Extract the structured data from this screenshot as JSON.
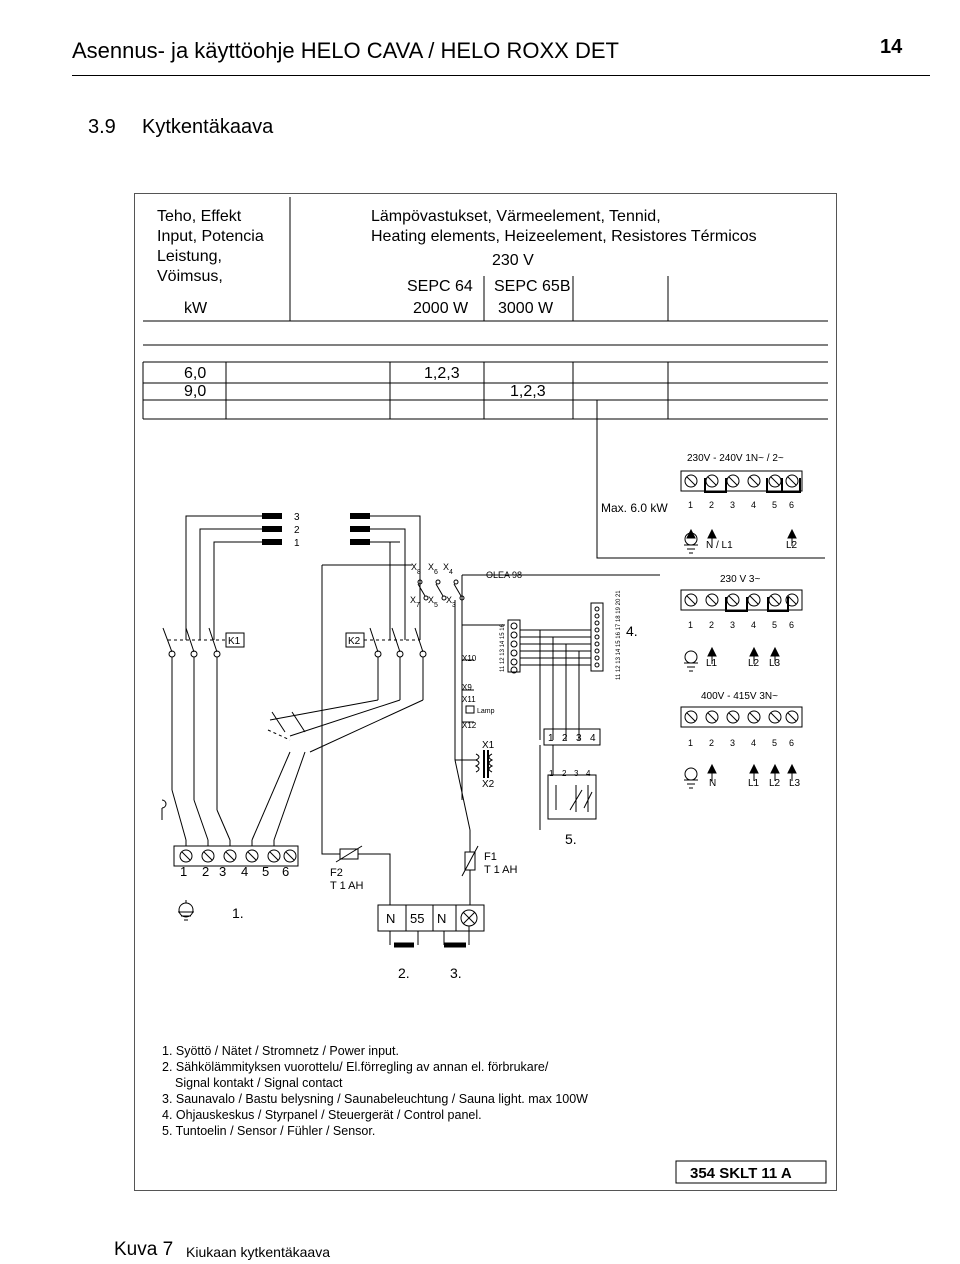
{
  "header": {
    "title": "Asennus- ja käyttöohje HELO CAVA / HELO ROXX DET",
    "page_number": "14"
  },
  "section": {
    "number": "3.9",
    "title": "Kytkentäkaava"
  },
  "table": {
    "power_header": [
      "Teho, Effekt",
      "Input, Potencia",
      "Leistung,",
      "Vöimsus,"
    ],
    "unit": "kW",
    "elements_header": [
      "Lämpövastukset, Värmeelement, Tennid,",
      "Heating elements, Heizeelement, Resistores Térmicos"
    ],
    "voltage": "230 V",
    "models": [
      "SEPC 64",
      "SEPC 65B"
    ],
    "watts": [
      "2000 W",
      "3000 W"
    ],
    "rows": [
      {
        "power": "6,0",
        "sepc64": "1,2,3",
        "sepc65b": ""
      },
      {
        "power": "9,0",
        "sepc64": "",
        "sepc65b": "1,2,3"
      }
    ]
  },
  "diagram": {
    "top_supply": {
      "voltage": "230V - 240V  1N~ / 2~",
      "max": "Max. 6.0 kW",
      "terminals": [
        "1",
        "2",
        "3",
        "4",
        "5",
        "6"
      ],
      "labels": [
        "N / L1",
        "L2"
      ]
    },
    "mid_supply": {
      "voltage": "230 V  3~",
      "terminals": [
        "1",
        "2",
        "3",
        "4",
        "5",
        "6"
      ],
      "labels": [
        "L1",
        "L2",
        "L3"
      ]
    },
    "low_supply": {
      "voltage": "400V - 415V  3N~",
      "terminals": [
        "1",
        "2",
        "3",
        "4",
        "5",
        "6"
      ],
      "labels": [
        "N",
        "L1",
        "L2",
        "L3"
      ]
    },
    "element_levels": [
      "3",
      "2",
      "1"
    ],
    "contactors": [
      "K1",
      "K2"
    ],
    "relay_top": [
      "X",
      "8",
      "X",
      "6",
      "X",
      "4"
    ],
    "relay_bottom": [
      "X",
      "7",
      "X",
      "5",
      "X",
      "3"
    ],
    "board": "OLEA 98",
    "board_labels": [
      "X10",
      "X9",
      "X11",
      "Lamp",
      "X12",
      "X1",
      "X2"
    ],
    "connector_left_pins": "11 12 13 14 15 16",
    "connector_right_pins": "11 12 13 14 15 16 17 18 19 20 21",
    "sensor_terminals": [
      "1",
      "2",
      "3",
      "4"
    ],
    "sensor_terminals_lower": [
      "1",
      "2",
      "3",
      "4"
    ],
    "main_terminals": [
      "1",
      "2",
      "3",
      "4",
      "5",
      "6"
    ],
    "fuse_f2": [
      "F2",
      "T 1 AH"
    ],
    "fuse_f1": [
      "F1",
      "T 1 AH"
    ],
    "bottom_terminals": [
      "N",
      "55",
      "N"
    ],
    "markers": [
      "1.",
      "2.",
      "3.",
      "4.",
      "5."
    ]
  },
  "legend": [
    "1. Syöttö / Nätet / Stromnetz / Power input.",
    "2. Sähkölämmityksen vuorottelu/ El.förregling av annan el. förbrukare/",
    "Signal kontakt / Signal contact",
    "3. Saunavalo / Bastu belysning / Saunabeleuchtung / Sauna light.  max 100W",
    "4. Ohjauskeskus / Styrpanel / Steuergerät / Control panel.",
    "5. Tuntoelin / Sensor / Fühler / Sensor."
  ],
  "doc_code": "354 SKLT 11 A",
  "caption": {
    "number": "Kuva 7",
    "text": "Kiukaan kytkentäkaava"
  }
}
